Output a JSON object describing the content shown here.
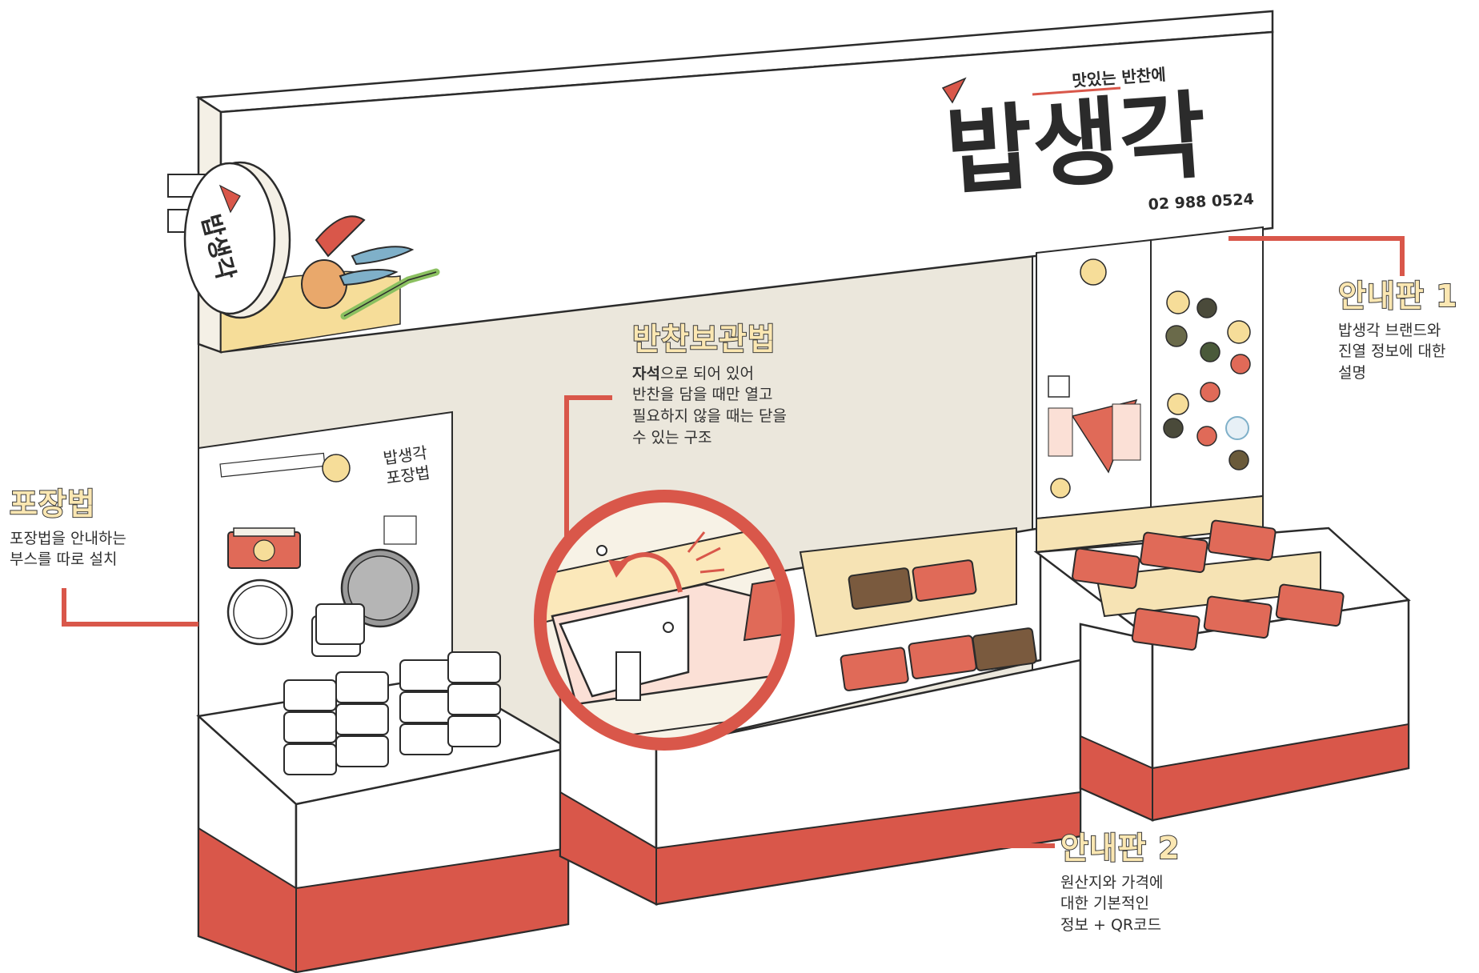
{
  "brand": {
    "tagline": "맛있는 반찬에",
    "name": "밥생각",
    "phone": "02 988 0524",
    "round_sign_text": "밥생각"
  },
  "callouts": {
    "storage": {
      "title": "반찬보관법",
      "desc_bold": "자석",
      "desc_rest": "으로 되어 있어\n반찬을 담을 때만 열고\n필요하지 않을 때는 닫을\n수 있는 구조"
    },
    "packaging": {
      "title": "포장법",
      "desc": "포장법을 안내하는\n부스를 따로 설치"
    },
    "sign1": {
      "title": "안내판 1",
      "desc": "밥생각 브랜드와\n진열 정보에 대한\n설명"
    },
    "sign2": {
      "title": "안내판 2",
      "desc": "원산지와 가격에\n대한 기본적인\n정보 + QR코드"
    }
  },
  "packaging_board": {
    "title": "밥생각\n포장법"
  },
  "colors": {
    "accent_red": "#d9574a",
    "cream": "#f6e3b4",
    "wall": "#ebe7dc",
    "outline": "#2b2b2b",
    "tray_red": "#e06a58",
    "tray_brown": "#7a5a3e"
  }
}
